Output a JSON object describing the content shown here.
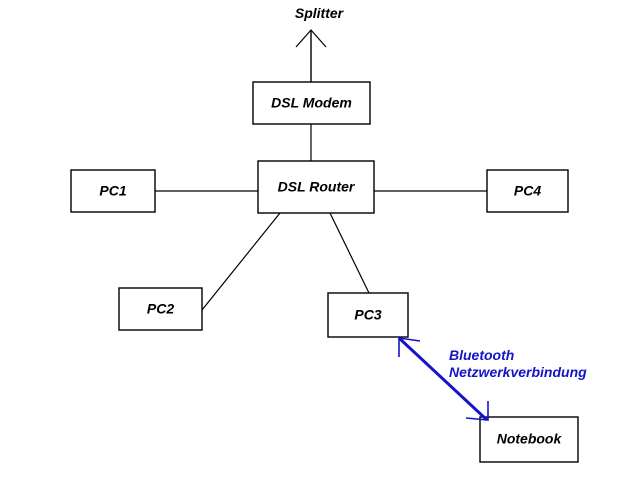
{
  "diagram": {
    "title": "Splitter",
    "background_color": "#ffffff",
    "line_color": "#000000",
    "wireless_color": "#1414c8",
    "nodes": {
      "splitter_label": "Splitter",
      "dsl_modem": "DSL Modem",
      "dsl_router": "DSL Router",
      "pc1": "PC1",
      "pc2": "PC2",
      "pc3": "PC3",
      "pc4": "PC4",
      "notebook": "Notebook"
    },
    "annotations": {
      "wireless_line1": "Bluetooth",
      "wireless_line2": "Netzwerkverbindung"
    }
  }
}
